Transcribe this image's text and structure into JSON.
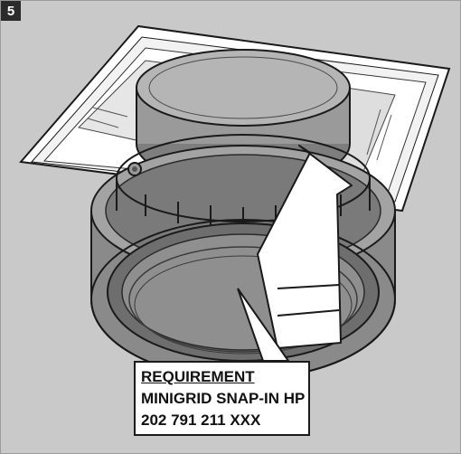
{
  "step": {
    "number": "5"
  },
  "requirement": {
    "title": "REQUIREMENT",
    "product": "MINIGRID SNAP-IN HP",
    "code": "202 791 211 XXX"
  },
  "colors": {
    "background": "#c9c9c9",
    "fixture": "#8d8d8d",
    "fixture_dark": "#5f5f5f",
    "outline": "#1a1a1a",
    "arrow": "#ffffff"
  },
  "icons": {
    "step_badge": "step-number-badge",
    "direction": "up-arrow-icon"
  }
}
